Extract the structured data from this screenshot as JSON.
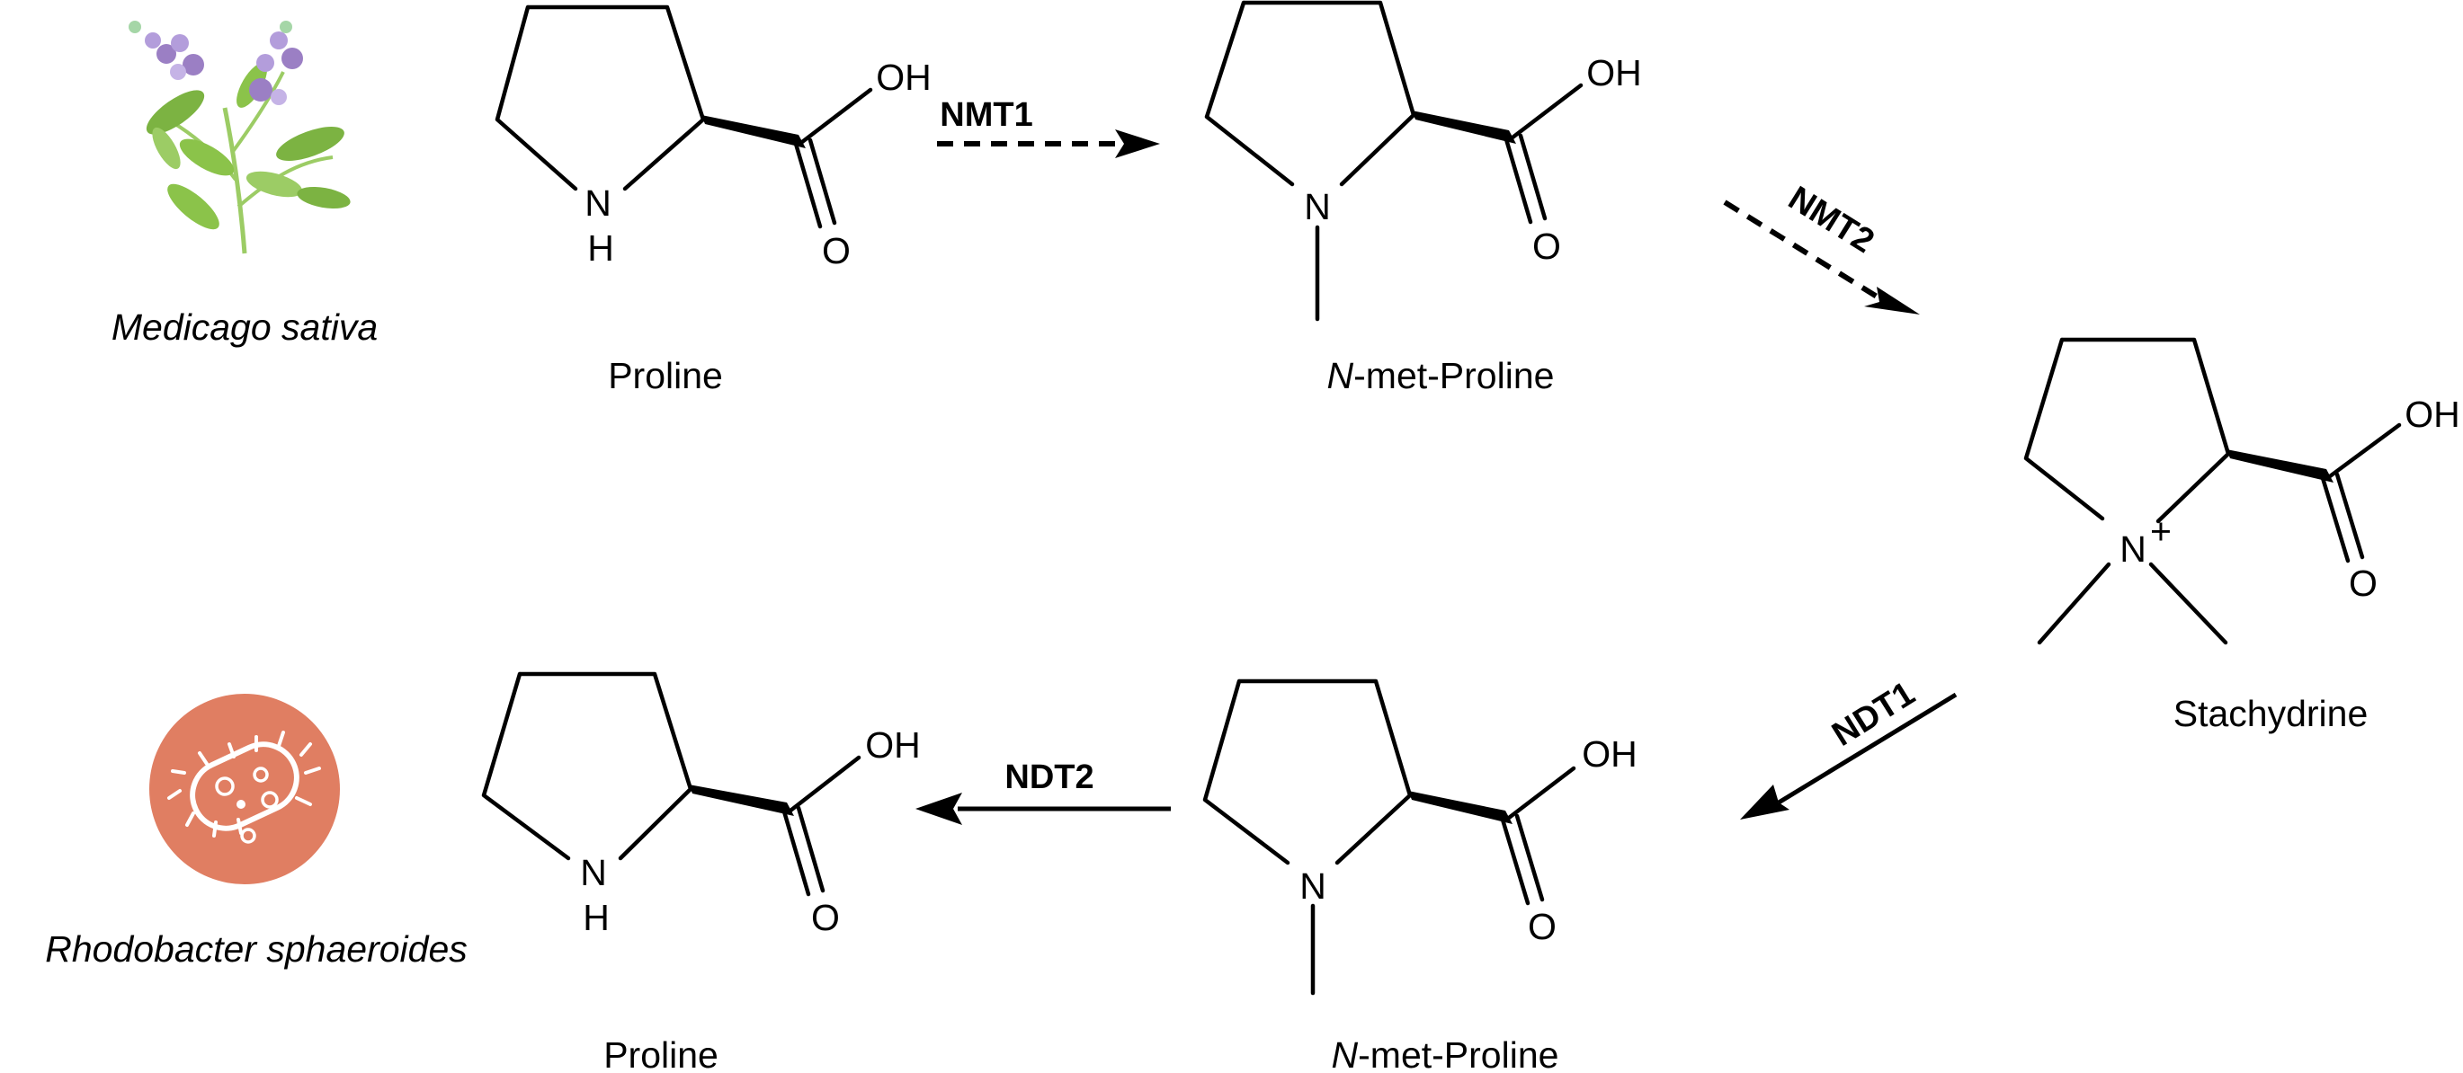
{
  "organisms": {
    "plant": "Medicago sativa",
    "bacterium": "Rhodobacter sphaeroides"
  },
  "compounds": {
    "proline_top": "Proline",
    "nmet_top_prefix": "N",
    "nmet_top_suffix": "-met-Proline",
    "stachydrine": "Stachydrine",
    "nmet_bottom_prefix": "N",
    "nmet_bottom_suffix": "-met-Proline",
    "proline_bottom": "Proline"
  },
  "enzymes": {
    "nmt1": "NMT1",
    "nmt2": "NMT2",
    "ndt1": "NDT1",
    "ndt2": "NDT2"
  },
  "atoms": {
    "oh": "OH",
    "o": "O",
    "n": "N",
    "h": "H",
    "plus": "+"
  },
  "colors": {
    "bacterium_fill": "#e07e62",
    "leaf_green": "#7cb342",
    "flower_purple": "#9b7fc4"
  }
}
